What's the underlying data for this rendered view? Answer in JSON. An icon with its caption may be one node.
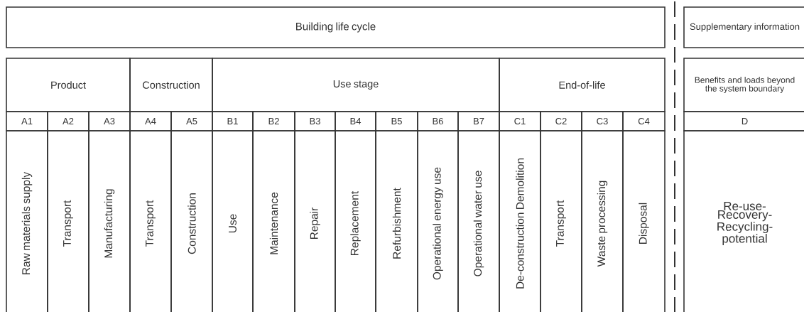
{
  "diagram": {
    "nodes": [
      {
        "text": [
          "Building life cycle"
        ]
      },
      {
        "text": [
          "Supplementary information"
        ]
      },
      {
        "text": [
          "Product"
        ]
      },
      {
        "text": [
          "Construction"
        ]
      },
      {
        "text": [
          "Use stage"
        ]
      },
      {
        "text": [
          "End-of-life"
        ]
      },
      {
        "text": [
          "Benefits and loads beyond the system boundary"
        ]
      },
      {
        "text": [
          "A1"
        ]
      },
      {
        "text": [
          "A2"
        ]
      },
      {
        "text": [
          "A3"
        ]
      },
      {
        "text": [
          "A4"
        ]
      },
      {
        "text": [
          "A5"
        ]
      },
      {
        "text": [
          "B1"
        ]
      },
      {
        "text": [
          "B2"
        ]
      },
      {
        "text": [
          "B3"
        ]
      },
      {
        "text": [
          "B4"
        ]
      },
      {
        "text": [
          "B5"
        ]
      },
      {
        "text": [
          "B6"
        ]
      },
      {
        "text": [
          "B7"
        ]
      },
      {
        "text": [
          "C1"
        ]
      },
      {
        "text": [
          "C2"
        ]
      },
      {
        "text": [
          "C3"
        ]
      },
      {
        "text": [
          "C4"
        ]
      },
      {
        "text": [
          "D"
        ]
      },
      {
        "text": [
          "Raw materials supply"
        ]
      },
      {
        "text": [
          "Transport"
        ]
      },
      {
        "text": [
          "Manufacturing"
        ]
      },
      {
        "text": [
          "Transport"
        ]
      },
      {
        "text": [
          "Construction"
        ]
      },
      {
        "text": [
          "Use"
        ]
      },
      {
        "text": [
          "Maintenance"
        ]
      },
      {
        "text": [
          "Repair"
        ]
      },
      {
        "text": [
          "Replacement"
        ]
      },
      {
        "text": [
          "Refurbishment"
        ]
      },
      {
        "text": [
          "Operational energy use"
        ]
      },
      {
        "text": [
          "Operational water use"
        ]
      },
      {
        "text": [
          "De-construction Demolition"
        ]
      },
      {
        "text": [
          "Transport"
        ]
      },
      {
        "text": [
          "Waste processing"
        ]
      },
      {
        "text": [
          "Disposal"
        ]
      },
      {
        "text": [
          "Re-use- Recovery- Recycling- potential"
        ]
      }
    ]
  }
}
